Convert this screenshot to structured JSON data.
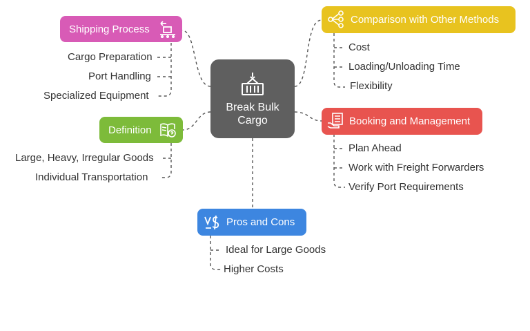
{
  "center": {
    "line1": "Break Bulk",
    "line2": "Cargo",
    "icon": "container-crane-icon",
    "color": "#5f5f5f"
  },
  "branches": {
    "shipping_process": {
      "label": "Shipping Process",
      "color": "#d85bb6",
      "icon": "conveyor-box-icon",
      "items": [
        "Cargo Preparation",
        "Port Handling",
        "Specialized Equipment"
      ]
    },
    "definition": {
      "label": "Definition",
      "color": "#7dbb3a",
      "icon": "book-question-icon",
      "items": [
        "Large, Heavy, Irregular Goods",
        "Individual Transportation"
      ]
    },
    "comparison": {
      "label": "Comparison with Other Methods",
      "color": "#e8c31f",
      "icon": "network-nodes-icon",
      "items": [
        "Cost",
        "Loading/Unloading Time",
        "Flexibility"
      ]
    },
    "booking": {
      "label": "Booking and Management",
      "color": "#e8544f",
      "icon": "checklist-hand-icon",
      "items": [
        "Plan Ahead",
        "Work with Freight Forwarders",
        "Verify Port Requirements"
      ]
    },
    "pros_cons": {
      "label": "Pros and Cons",
      "color": "#3d86e0",
      "icon": "versus-icon",
      "items": [
        "Ideal for Large Goods",
        "Higher Costs"
      ]
    }
  }
}
